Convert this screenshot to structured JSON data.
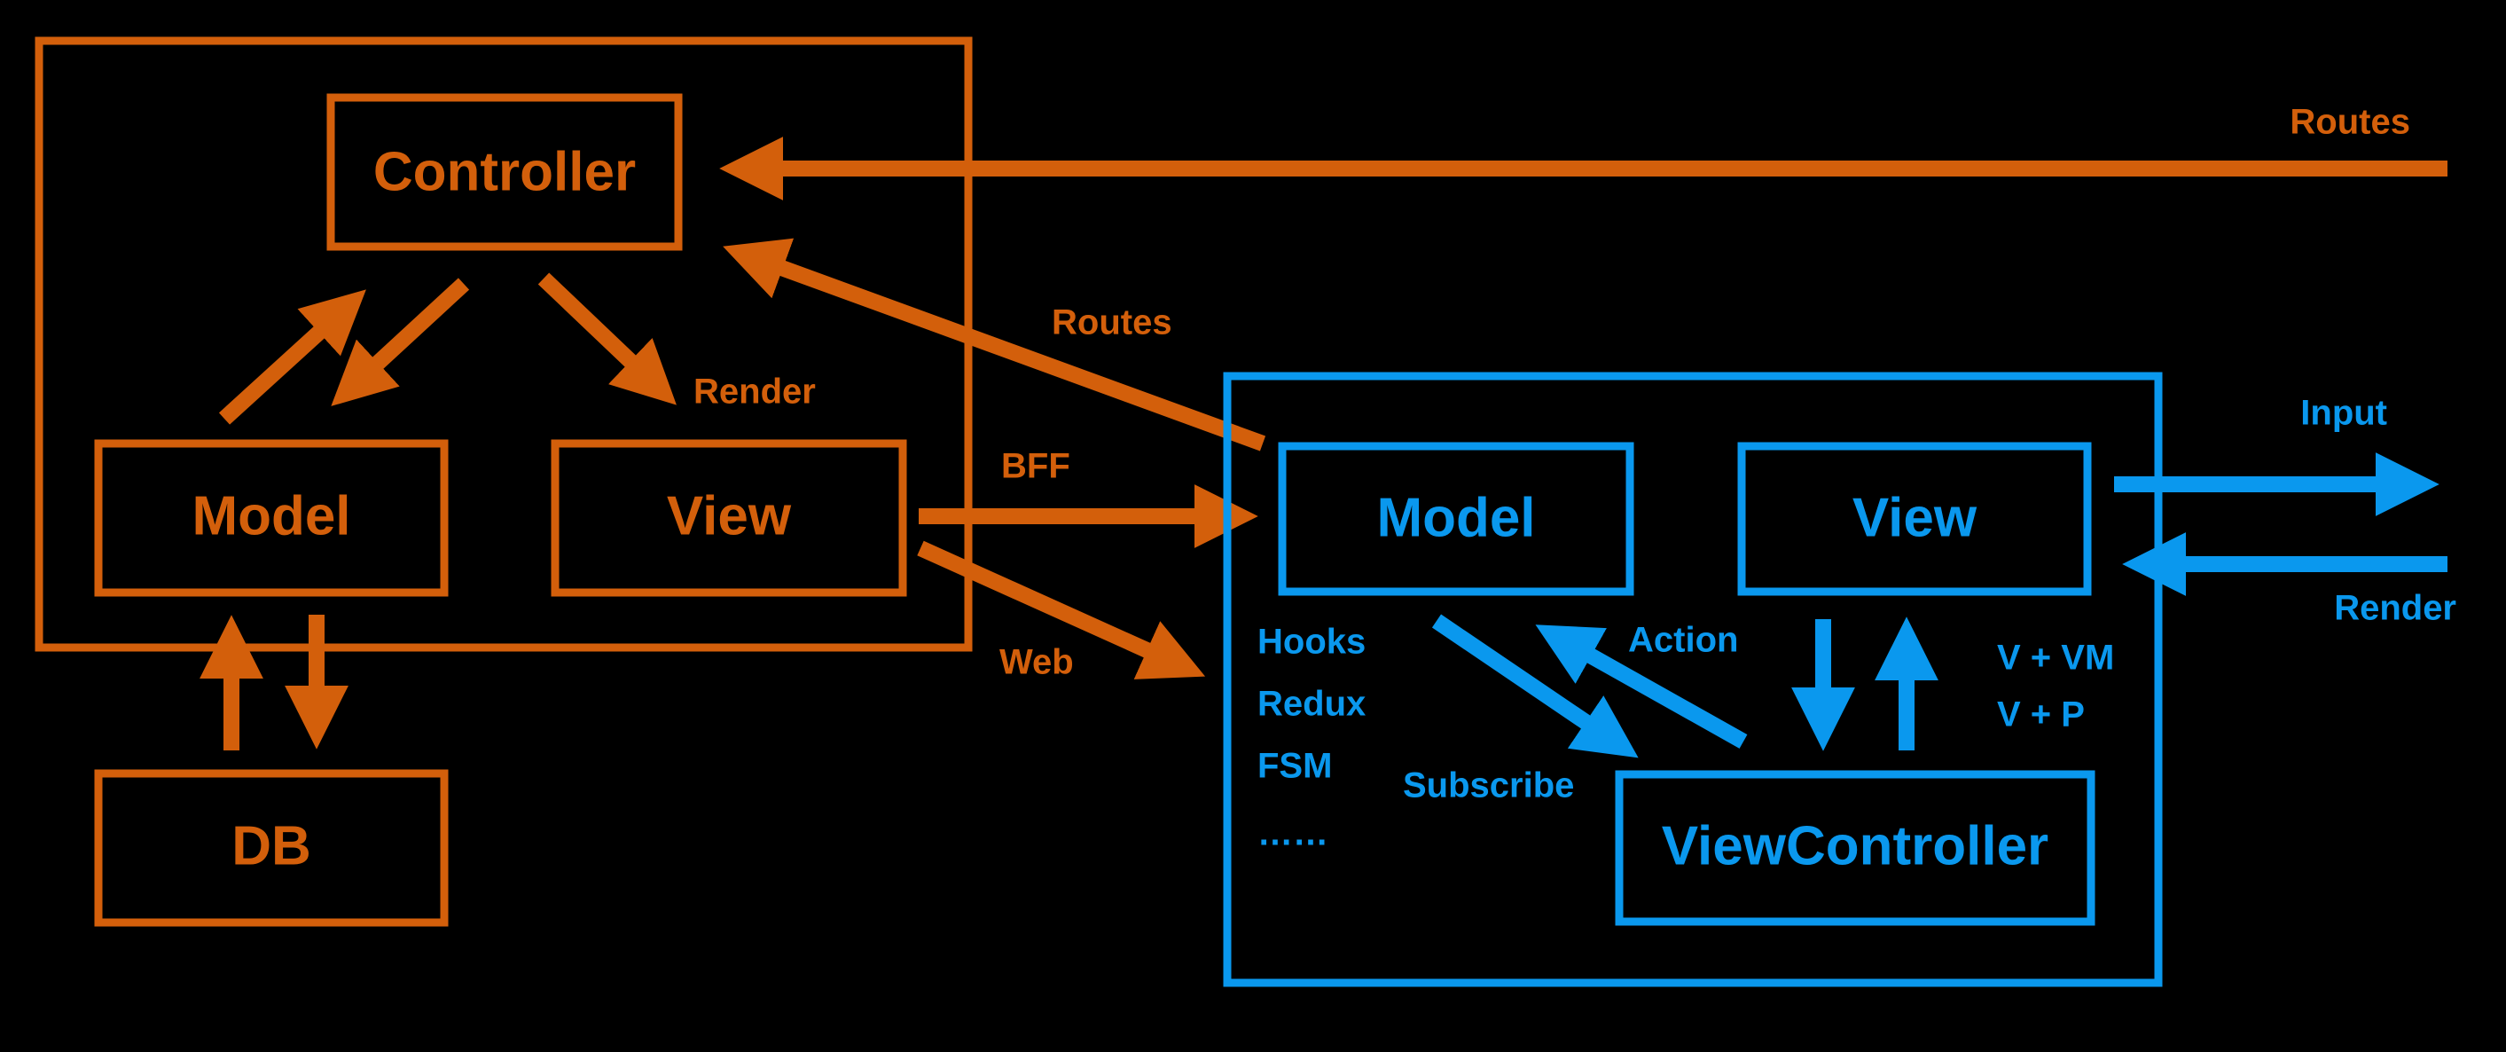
{
  "colors": {
    "background": "#000000",
    "server": "#D35F0B",
    "client": "#0A98EE"
  },
  "server": {
    "controller": "Controller",
    "model": "Model",
    "view": "View",
    "db": "DB",
    "render_label": "Render"
  },
  "edges": {
    "routes_top": "Routes",
    "routes_mid": "Routes",
    "bff": "BFF",
    "web": "Web"
  },
  "client": {
    "model": "Model",
    "view": "View",
    "view_controller": "ViewController",
    "model_options": [
      "Hooks",
      "Redux",
      "FSM",
      "……"
    ],
    "view_patterns": [
      "V + VM",
      "V + P"
    ],
    "action_label": "Action",
    "subscribe_label": "Subscribe",
    "input_label": "Input",
    "render_label": "Render"
  }
}
